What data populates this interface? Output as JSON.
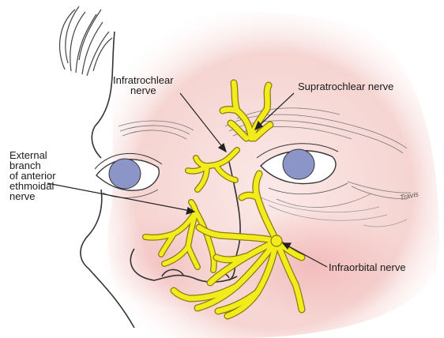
{
  "labels": {
    "infratrochlear": "Infratrochlear\nnerve",
    "supratrochlear": "Supratrochlear nerve",
    "ethmoidal": "External\nbranch\nof anterior\nethmoidal\nnerve",
    "infraorbital": "Infraorbital nerve"
  },
  "signature": "Travis",
  "colors": {
    "nerve": "#f2ec1c",
    "nerve_outline": "#8a7a10",
    "skin": "#f6d9d6",
    "skin_shadow": "#efb9b6",
    "iris": "#8c95c8",
    "ink": "#333333"
  }
}
